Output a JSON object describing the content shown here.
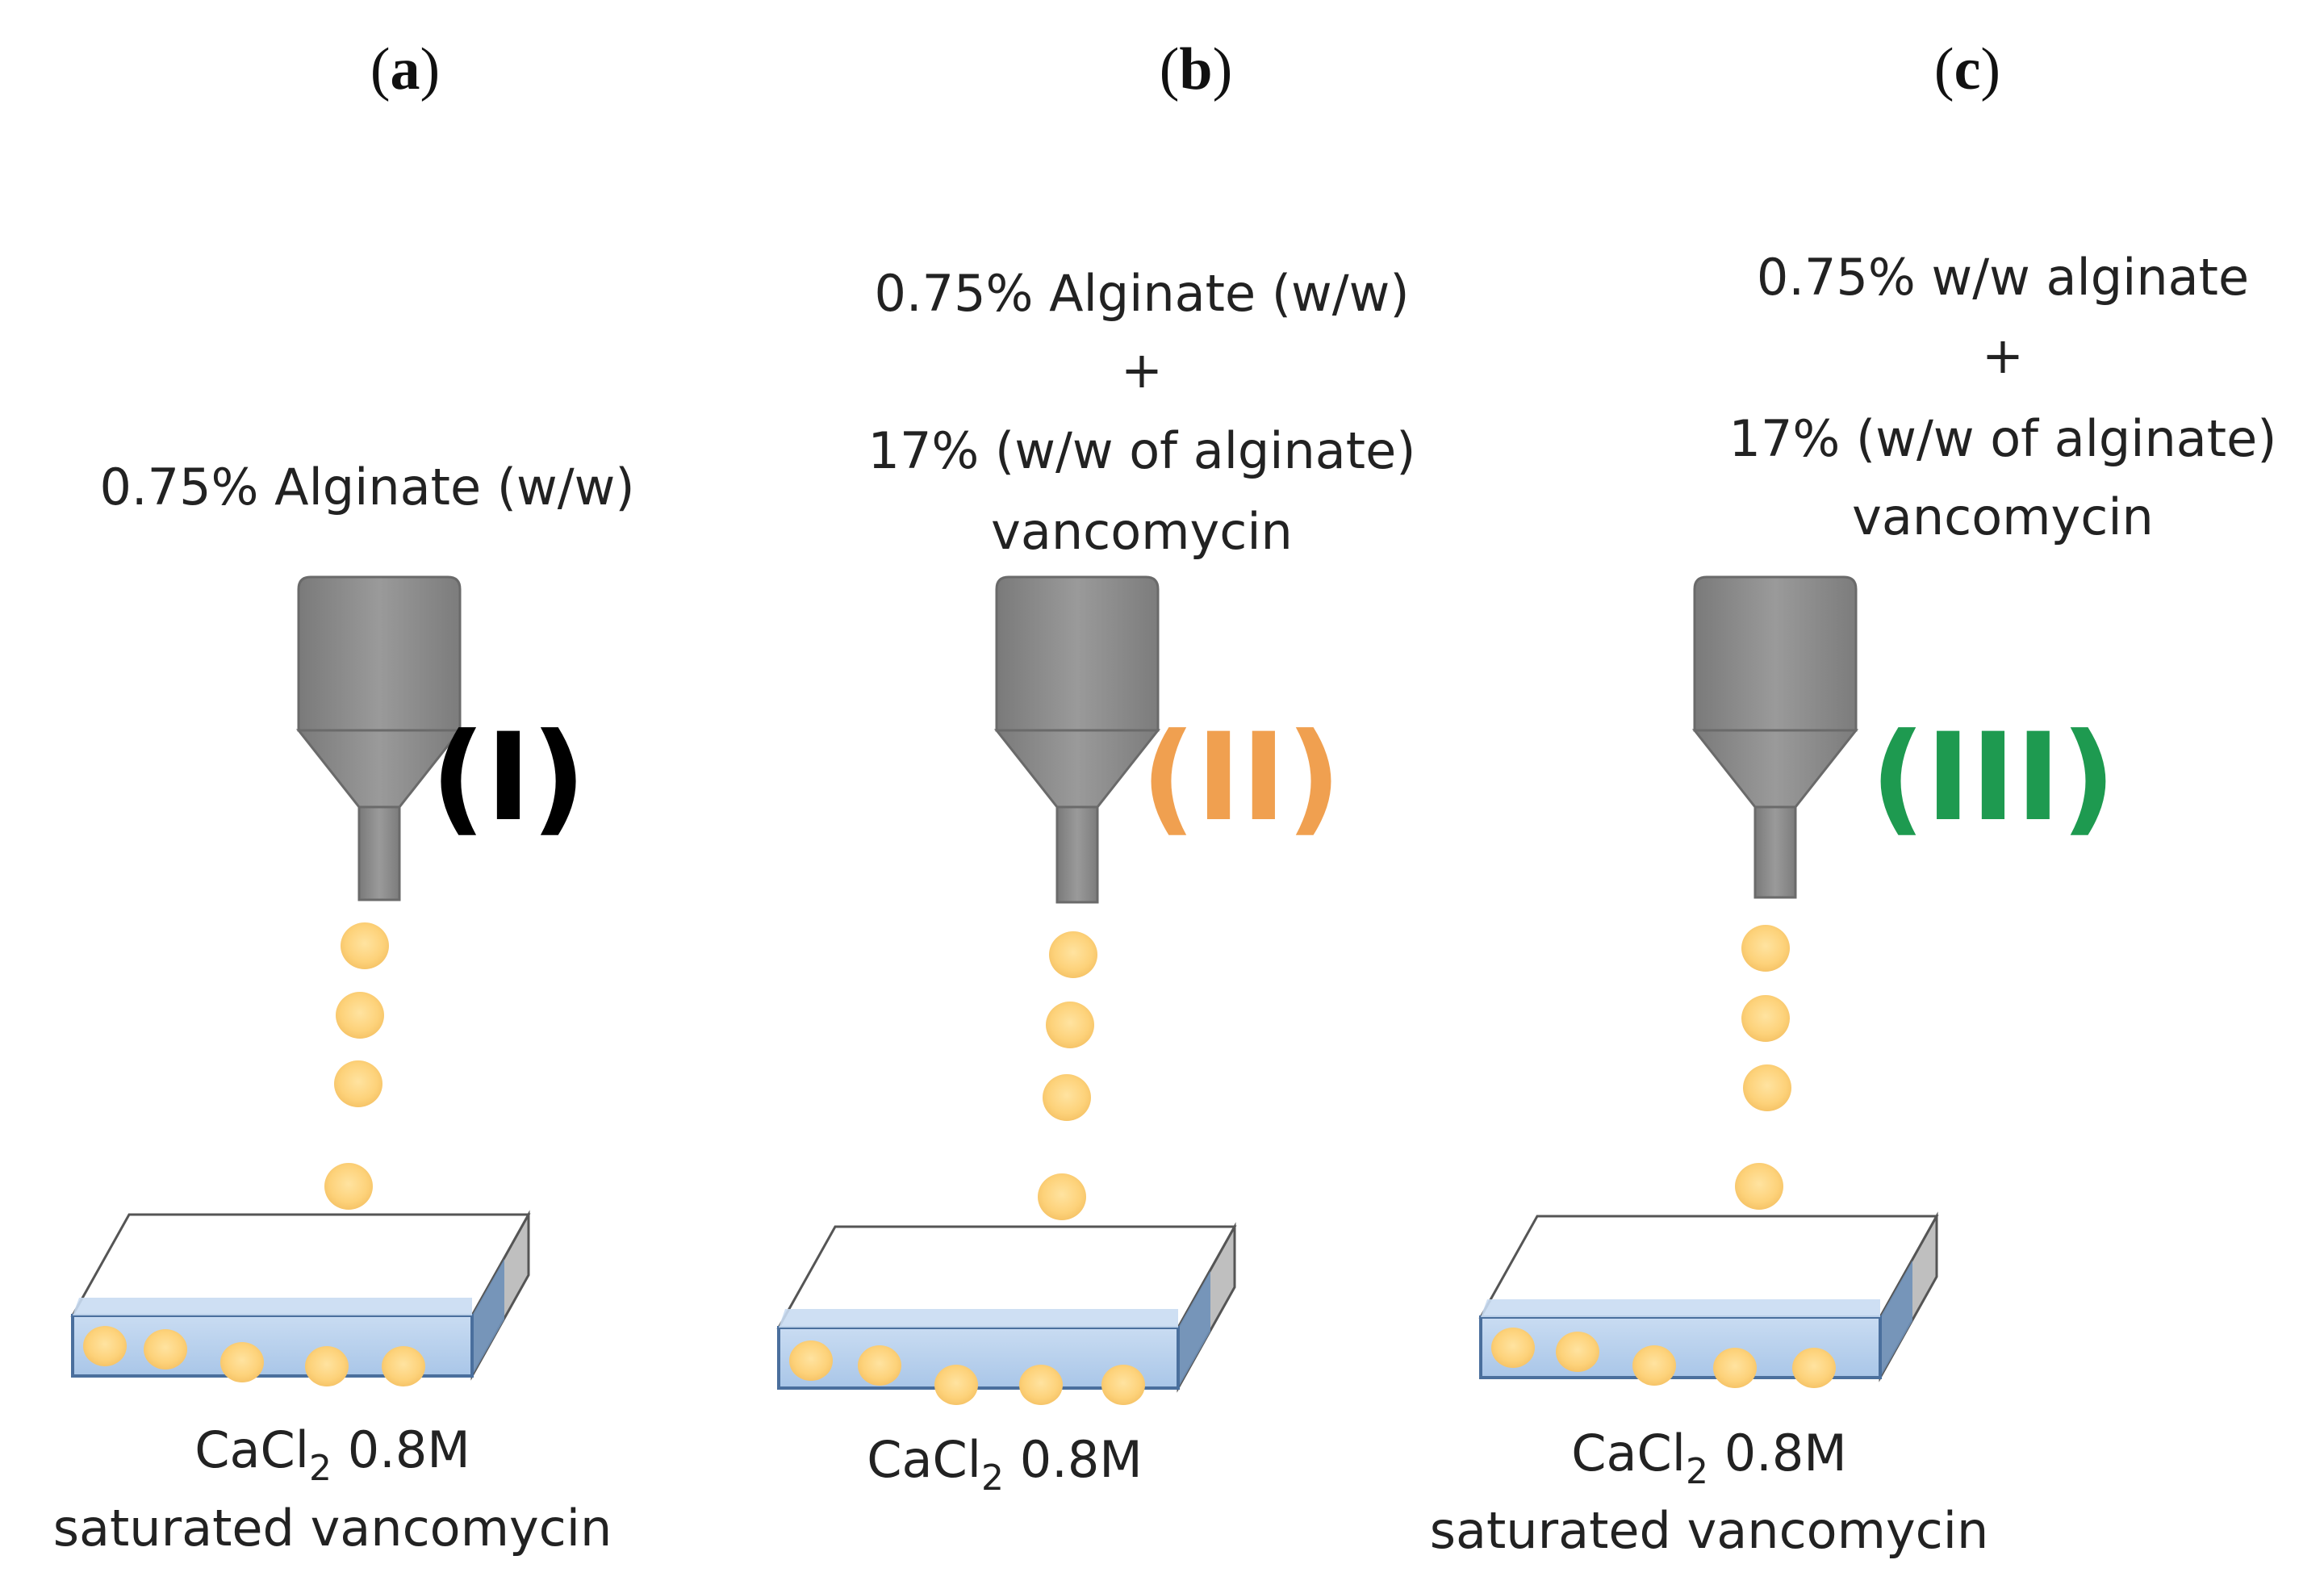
{
  "colors": {
    "background": "#ffffff",
    "nozzle_gray": "#8a8a8a",
    "bead_fill": "#fdd27a",
    "bath_liquid": "#b7d1ee",
    "bath_edge": "#5c87b8",
    "label_I": "#000000",
    "label_II": "#f0a050",
    "label_III": "#1e9a50"
  },
  "panels": [
    {
      "label_open": "(",
      "label_letter": "a",
      "label_close": ")",
      "top_lines": [
        "0.75% Alginate (w/w)"
      ],
      "roman": "(I)",
      "roman_color": "#000000",
      "bottom_line1_a": "CaCl",
      "bottom_line1_sub": "2",
      "bottom_line1_b": " 0.8M",
      "bottom_line2": "saturated vancomycin"
    },
    {
      "label_open": "(",
      "label_letter": "b",
      "label_close": ")",
      "top_lines": [
        "0.75% Alginate (w/w)",
        "+",
        "17% (w/w of alginate)",
        "vancomycin"
      ],
      "roman": "(II)",
      "roman_color": "#f0a050",
      "bottom_line1_a": "CaCl",
      "bottom_line1_sub": "2",
      "bottom_line1_b": " 0.8M",
      "bottom_line2": ""
    },
    {
      "label_open": "(",
      "label_letter": "c",
      "label_close": ")",
      "top_lines": [
        "0.75% w/w alginate",
        "+",
        "17% (w/w of alginate)",
        "vancomycin"
      ],
      "roman": "(III)",
      "roman_color": "#1e9a50",
      "bottom_line1_a": "CaCl",
      "bottom_line1_sub": "2",
      "bottom_line1_b": " 0.8M",
      "bottom_line2": "saturated vancomycin"
    }
  ]
}
